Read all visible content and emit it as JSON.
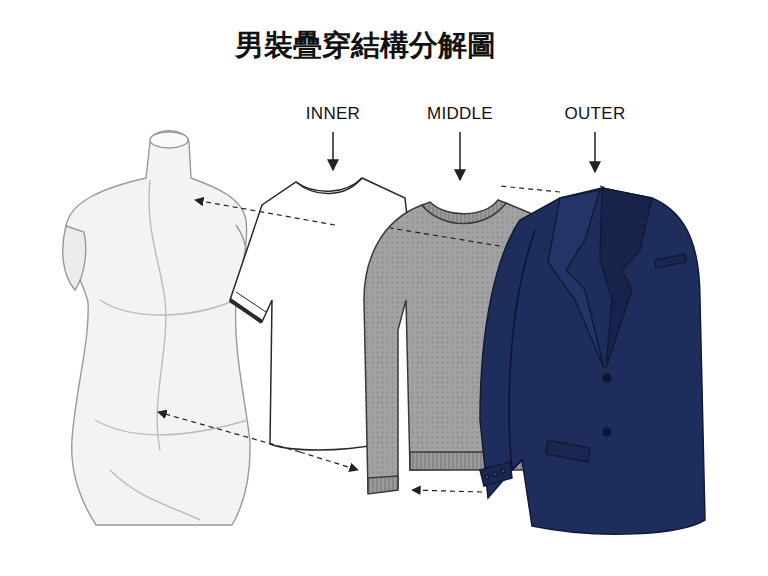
{
  "diagram": {
    "title": "男裝疊穿結構分解圖",
    "labels": [
      "INNER",
      "MIDDLE",
      "OUTER"
    ]
  }
}
